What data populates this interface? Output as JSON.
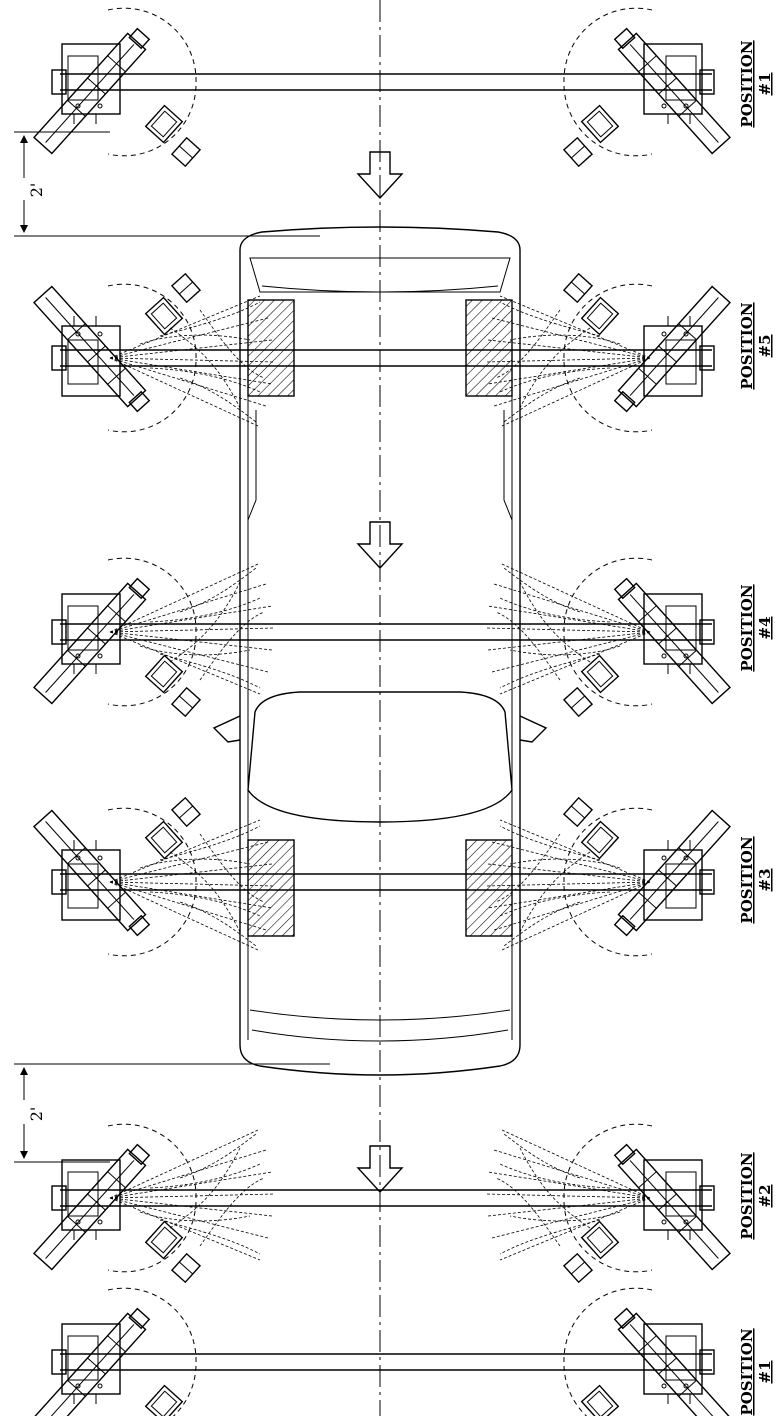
{
  "labels": {
    "p1_top": {
      "line1": "POSITION",
      "line2": "#1"
    },
    "p5": {
      "line1": "POSITION",
      "line2": "#5"
    },
    "p4": {
      "line1": "POSITION",
      "line2": "#4"
    },
    "p3": {
      "line1": "POSITION",
      "line2": "#3"
    },
    "p2": {
      "line1": "POSITION",
      "line2": "#2"
    },
    "p1_bottom": {
      "line1": "POSITION",
      "line2": "#1"
    }
  },
  "dimensions": {
    "top": "2'",
    "bottom": "2'"
  }
}
